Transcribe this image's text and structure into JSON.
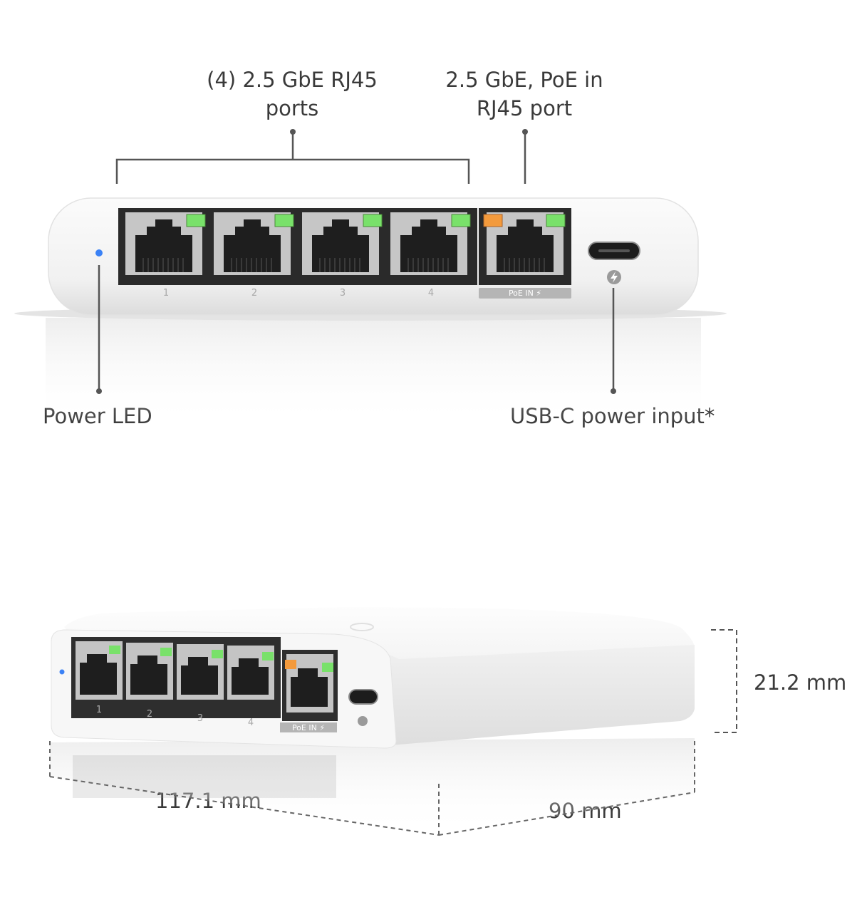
{
  "callouts": {
    "ports_line1": "(4) 2.5 GbE RJ45",
    "ports_line2": "ports",
    "poe_line1": "2.5 GbE, PoE in",
    "poe_line2": "RJ45 port",
    "power_led": "Power LED",
    "usbc": "USB-C power input*"
  },
  "device": {
    "port_numbers": [
      "1",
      "2",
      "3",
      "4"
    ],
    "poe_label": "PoE IN ⚡",
    "poe_label_small": "PoE IN ⚡",
    "port_numbers_small": [
      "1",
      "2",
      "3",
      "4"
    ]
  },
  "dimensions": {
    "height": "21.2 mm",
    "width": "117.1 mm",
    "depth": "90 mm"
  },
  "colors": {
    "link_led": "#79e16a",
    "poe_led": "#f39a3c",
    "power_led": "#3b82f6"
  }
}
